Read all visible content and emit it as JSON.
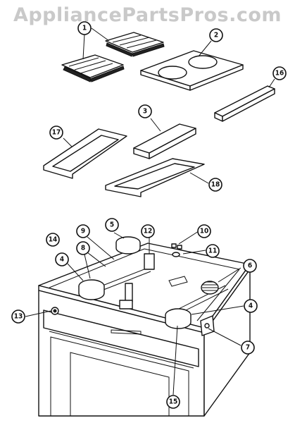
{
  "watermark": "AppliancePartsPros.com",
  "callouts": [
    {
      "id": "callout-1",
      "label": "1"
    },
    {
      "id": "callout-2",
      "label": "2"
    },
    {
      "id": "callout-3",
      "label": "3"
    },
    {
      "id": "callout-4a",
      "label": "4"
    },
    {
      "id": "callout-4b",
      "label": "4"
    },
    {
      "id": "callout-5",
      "label": "5"
    },
    {
      "id": "callout-6",
      "label": "6"
    },
    {
      "id": "callout-7",
      "label": "7"
    },
    {
      "id": "callout-8",
      "label": "8"
    },
    {
      "id": "callout-9",
      "label": "9"
    },
    {
      "id": "callout-10",
      "label": "10"
    },
    {
      "id": "callout-11",
      "label": "11"
    },
    {
      "id": "callout-12",
      "label": "12"
    },
    {
      "id": "callout-13",
      "label": "13"
    },
    {
      "id": "callout-14",
      "label": "14"
    },
    {
      "id": "callout-15",
      "label": "15"
    },
    {
      "id": "callout-16",
      "label": "16"
    },
    {
      "id": "callout-17",
      "label": "17"
    },
    {
      "id": "callout-18",
      "label": "18"
    }
  ]
}
